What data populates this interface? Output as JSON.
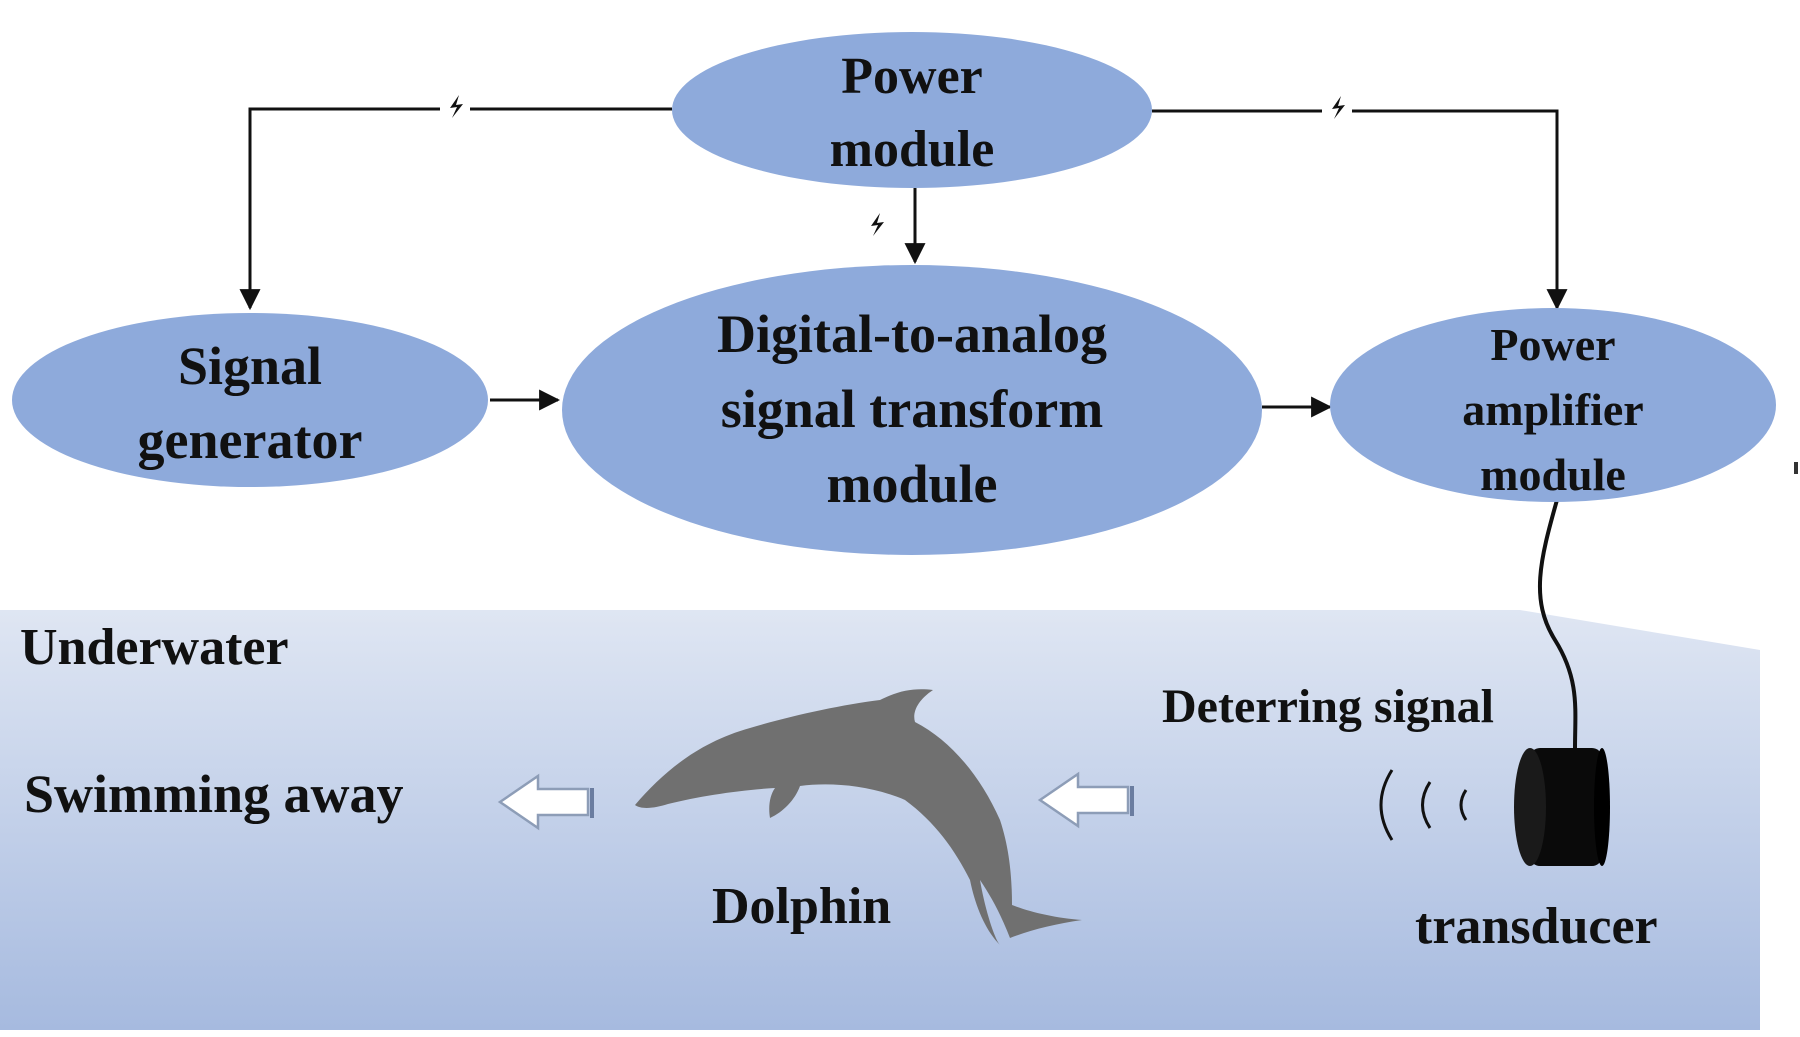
{
  "nodes": {
    "power_module": [
      "Power",
      "module"
    ],
    "signal_generator": [
      "Signal",
      "generator"
    ],
    "dac_module": [
      "Digital-to-analog",
      "signal transform",
      "module"
    ],
    "power_amplifier": [
      "Power",
      "amplifier",
      "module"
    ]
  },
  "labels": {
    "underwater": "Underwater",
    "swimming_away": "Swimming  away",
    "dolphin": "Dolphin",
    "deterring_signal": "Deterring signal",
    "transducer": "transducer"
  },
  "icons": {
    "power_symbol": "lightning-bolt-icon",
    "flow_arrow": "hollow-left-arrow-icon"
  },
  "colors": {
    "node_fill": "#8eaadb",
    "water_top": "#dfe6f3",
    "water_bottom": "#a6badf",
    "dolphin": "#707070",
    "line": "#111111"
  }
}
